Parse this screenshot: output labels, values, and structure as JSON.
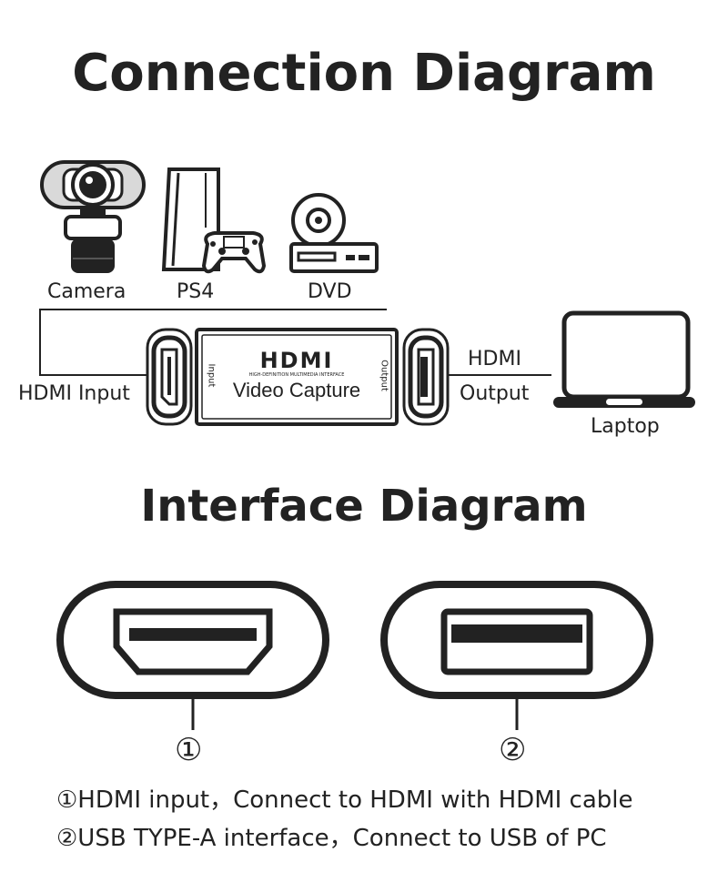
{
  "connection": {
    "title": "Connection Diagram",
    "sources": [
      {
        "label": "Camera",
        "icon": "camera-icon"
      },
      {
        "label": "PS4",
        "icon": "ps4-console-icon"
      },
      {
        "label": "DVD",
        "icon": "dvd-player-icon"
      }
    ],
    "input_label": "HDMI Input",
    "output_label_line1": "HDMI",
    "output_label_line2": "Output",
    "laptop_label": "Laptop",
    "device": {
      "logo": "HDMI",
      "logo_sub": "HIGH-DEFINITION MULTIMEDIA INTERFACE",
      "name": "Video Capture",
      "side_input": "Input",
      "side_output": "Output"
    }
  },
  "interface": {
    "title": "Interface Diagram",
    "ports": [
      {
        "marker": "①",
        "icon": "hdmi-port-icon"
      },
      {
        "marker": "②",
        "icon": "usb-a-port-icon"
      }
    ],
    "notes": [
      "①HDMI input，Connect to HDMI with HDMI cable",
      "②USB TYPE-A interface，Connect to USB of PC"
    ]
  },
  "colors": {
    "ink": "#222222",
    "background": "#ffffff",
    "light": "#d8d8d8"
  }
}
